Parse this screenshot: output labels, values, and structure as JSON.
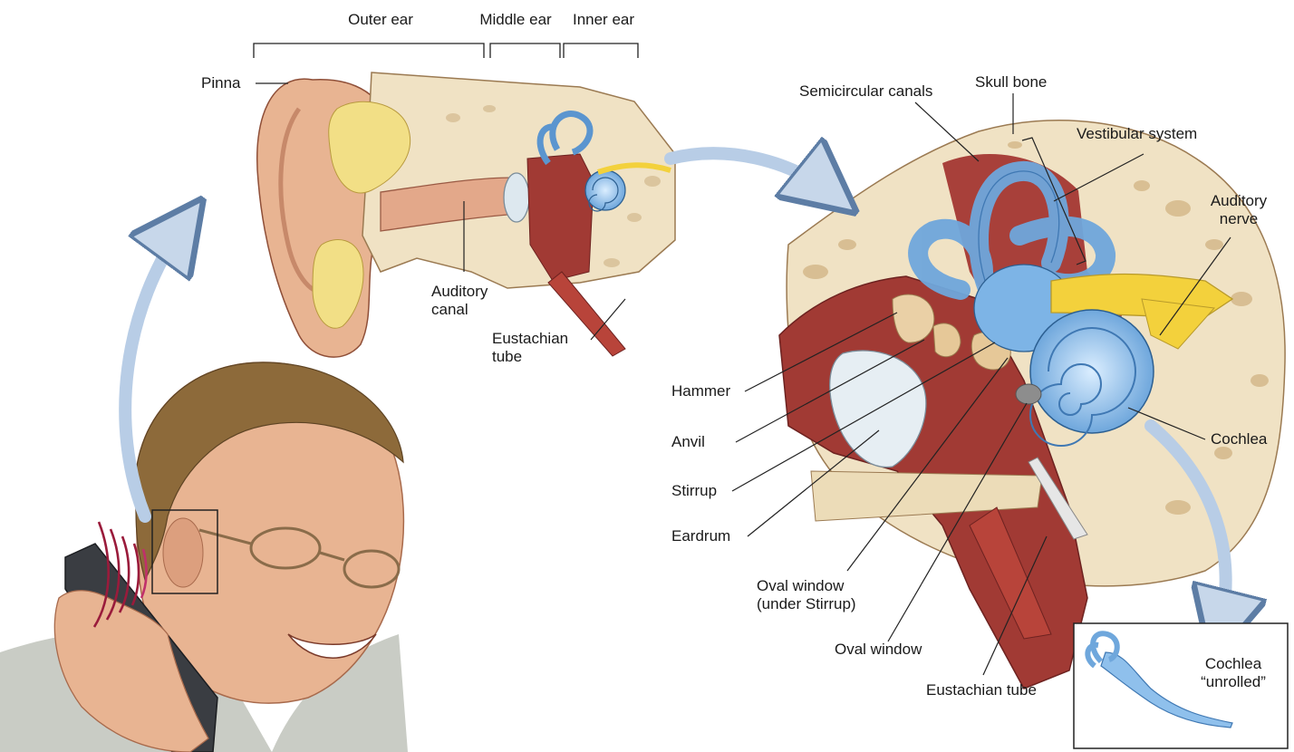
{
  "regions": {
    "outer_ear": "Outer ear",
    "middle_ear": "Middle ear",
    "inner_ear": "Inner ear"
  },
  "labels": {
    "pinna": "Pinna",
    "auditory_canal": "Auditory\ncanal",
    "eustachian_tube_small": "Eustachian\ntube",
    "semicircular_canals": "Semicircular canals",
    "skull_bone": "Skull bone",
    "vestibular_system": "Vestibular system",
    "auditory_nerve": "Auditory\nnerve",
    "hammer": "Hammer",
    "anvil": "Anvil",
    "stirrup": "Stirrup",
    "eardrum": "Eardrum",
    "cochlea": "Cochlea",
    "oval_window_under": "Oval window\n(under Stirrup)",
    "oval_window": "Oval window",
    "eustachian_tube": "Eustachian tube",
    "cochlea_unrolled": "Cochlea\n“unrolled”"
  },
  "colors": {
    "skin": "#e8b492",
    "cartilage_fat": "#f2df86",
    "bone": "#f0e2c4",
    "canal_blue": "#7db4e6",
    "nerve_yellow": "#f3d13c",
    "tissue_red": "#a13a34",
    "arrow_blue": "#b8cde6",
    "sound_wave": "#9a1b3b"
  }
}
